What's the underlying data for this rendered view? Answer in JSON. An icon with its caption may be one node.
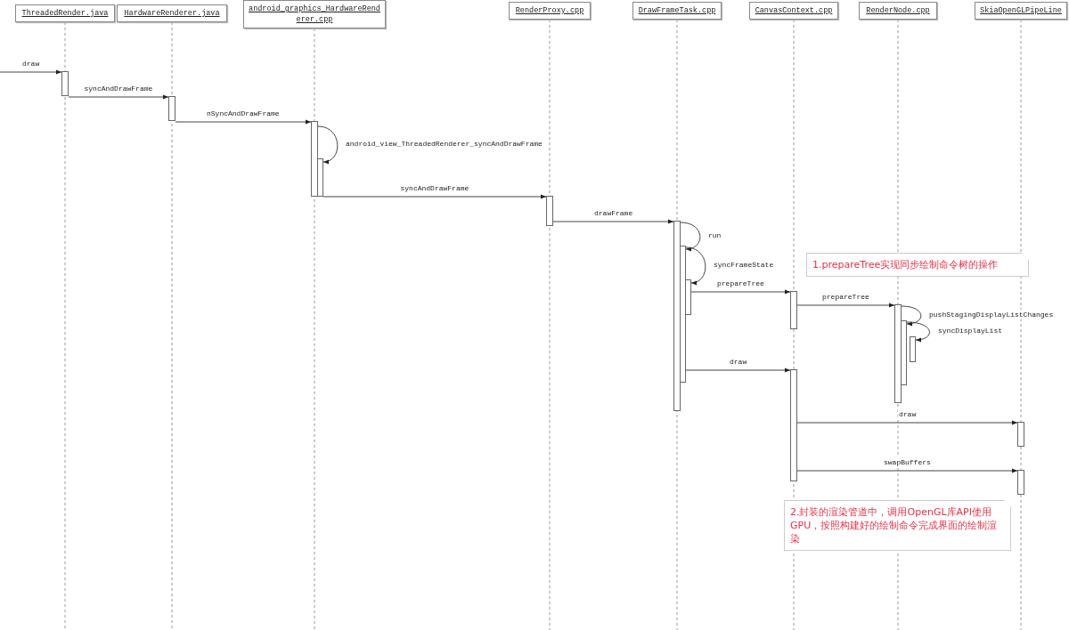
{
  "diagram": {
    "nodes": [
      {
        "text": [
          "ThreadedRender.java"
        ]
      },
      {
        "text": [
          "HardwareRenderer.java"
        ]
      },
      {
        "text": [
          "android_graphics_HardwareRenderer.cpp"
        ]
      },
      {
        "text": [
          "RenderProxy.cpp"
        ]
      },
      {
        "text": [
          "DrawFrameTask.cpp"
        ]
      },
      {
        "text": [
          "CanvasContext.cpp"
        ]
      },
      {
        "text": [
          "RenderNode.cpp"
        ]
      },
      {
        "text": [
          "SkiaOpenGLPipeLine"
        ]
      },
      {
        "text": [],
        "shape": "bar"
      },
      {
        "text": [],
        "shape": "bar"
      },
      {
        "text": [],
        "shape": "bar"
      },
      {
        "text": [],
        "shape": "bar"
      },
      {
        "text": [],
        "shape": "bar"
      },
      {
        "text": [],
        "shape": "bar"
      },
      {
        "text": [],
        "shape": "bar"
      },
      {
        "text": [],
        "shape": "bar"
      },
      {
        "text": [],
        "shape": "bar"
      },
      {
        "text": [],
        "shape": "bar"
      },
      {
        "text": [],
        "shape": "bar"
      },
      {
        "text": [],
        "shape": "bar"
      },
      {
        "text": [],
        "shape": "bar"
      },
      {
        "text": [],
        "shape": "bar"
      },
      {
        "text": [],
        "shape": "bar"
      }
    ],
    "edges": [
      {
        "from": null,
        "to": 8,
        "arrow": "to",
        "label": "draw"
      },
      {
        "from": 8,
        "to": 9,
        "arrow": "to",
        "label": "syncAndDrawFrame"
      },
      {
        "from": 9,
        "to": 10,
        "arrow": "to",
        "label": "nSyncAndDrawFrame"
      },
      {
        "from": 10,
        "to": 11,
        "arrow": "to",
        "label": "android_view_ThreadedRenderer_syncAndDrawFrame"
      },
      {
        "from": 11,
        "to": 12,
        "arrow": "to",
        "label": "syncAndDrawFrame"
      },
      {
        "from": 12,
        "to": 13,
        "arrow": "to",
        "label": "drawFrame"
      },
      {
        "from": 13,
        "to": 14,
        "arrow": "to",
        "label": "run"
      },
      {
        "from": 14,
        "to": 15,
        "arrow": "to",
        "label": "syncFrameState"
      },
      {
        "from": 15,
        "to": 16,
        "arrow": "to",
        "label": "prepareTree"
      },
      {
        "from": 16,
        "to": 18,
        "arrow": "to",
        "label": "prepareTree"
      },
      {
        "from": 18,
        "to": 19,
        "arrow": "to",
        "label": "pushStagingDisplayListChanges"
      },
      {
        "from": 19,
        "to": 20,
        "arrow": "to",
        "label": "syncDisplayList"
      },
      {
        "from": 14,
        "to": 17,
        "arrow": "to",
        "label": "draw"
      },
      {
        "from": 17,
        "to": 21,
        "arrow": "to",
        "label": "draw"
      },
      {
        "from": 17,
        "to": 22,
        "arrow": "to",
        "label": "swapBuffers"
      }
    ],
    "labels": [
      "1.prepareTree实现同步绘制命令树的操作",
      "2.封装的渲染管道中，调用OpenGL库API使用GPU，按照构建好的绘制命令完成界面的绘制渲染"
    ]
  }
}
